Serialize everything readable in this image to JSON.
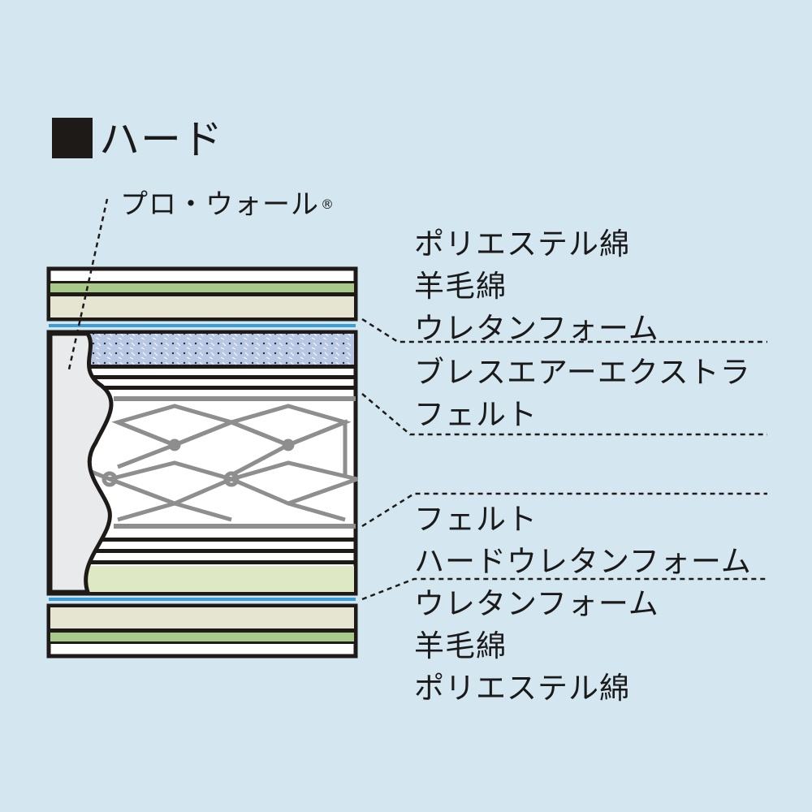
{
  "title": "ハード",
  "pro_wall": {
    "label": "プロ・ウォール",
    "mark": "®"
  },
  "label_groups": [
    {
      "lines": [
        "ポリエステル綿",
        "羊毛綿",
        "ウレタンフォーム"
      ]
    },
    {
      "lines": [
        "ブレスエアーエクストラ",
        "フェルト"
      ]
    },
    {
      "lines": [
        "フェルト",
        "ハードウレタンフォーム"
      ]
    },
    {
      "lines": [
        "ウレタンフォーム",
        "羊毛綿",
        "ポリエステル綿"
      ]
    }
  ],
  "colors": {
    "background": "#d4e6ef",
    "outline": "#1e1a18",
    "green_layer": "#a9c98a",
    "cream_layer": "#e6e5d2",
    "light_green_layer": "#dfe8c4",
    "breathair": "#b8c8e4",
    "spring": "#8e8e8e",
    "blue_line": "#3a9ed8",
    "side_wall": "#e8eaec"
  }
}
